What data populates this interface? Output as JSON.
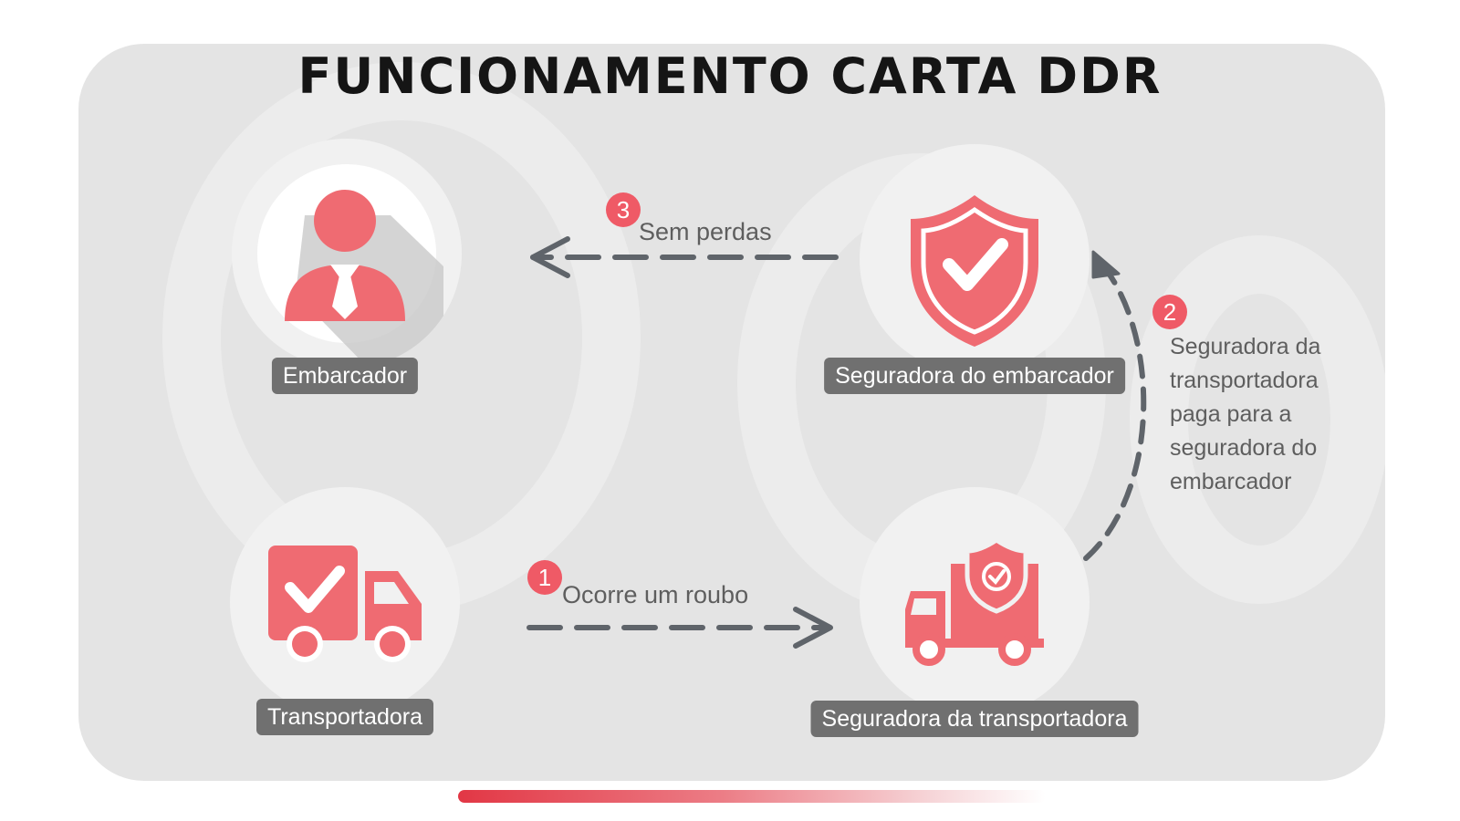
{
  "title": "FUNCIONAMENTO CARTA DDR",
  "colors": {
    "accent": "#ef6b72",
    "panel": "#e4e4e4",
    "node_bg": "#f1f1f1",
    "label_bg": "#707070",
    "arrow": "#5f646a"
  },
  "nodes": {
    "embarcador": {
      "label": "Embarcador",
      "icon": "person-tie-icon"
    },
    "seguradora_embarcador": {
      "label": "Seguradora do embarcador",
      "icon": "shield-check-icon"
    },
    "transportadora": {
      "label": "Transportadora",
      "icon": "truck-check-icon"
    },
    "seguradora_transportadora": {
      "label": "Seguradora da transportadora",
      "icon": "truck-shield-icon"
    }
  },
  "steps": [
    {
      "number": "1",
      "text": "Ocorre um roubo"
    },
    {
      "number": "2",
      "text": "Seguradora da transportadora paga para a seguradora do embarcador",
      "lines": [
        "Seguradora da",
        "transportadora",
        "paga para a",
        "seguradora do",
        "embarcador"
      ]
    },
    {
      "number": "3",
      "text": "Sem perdas"
    }
  ]
}
